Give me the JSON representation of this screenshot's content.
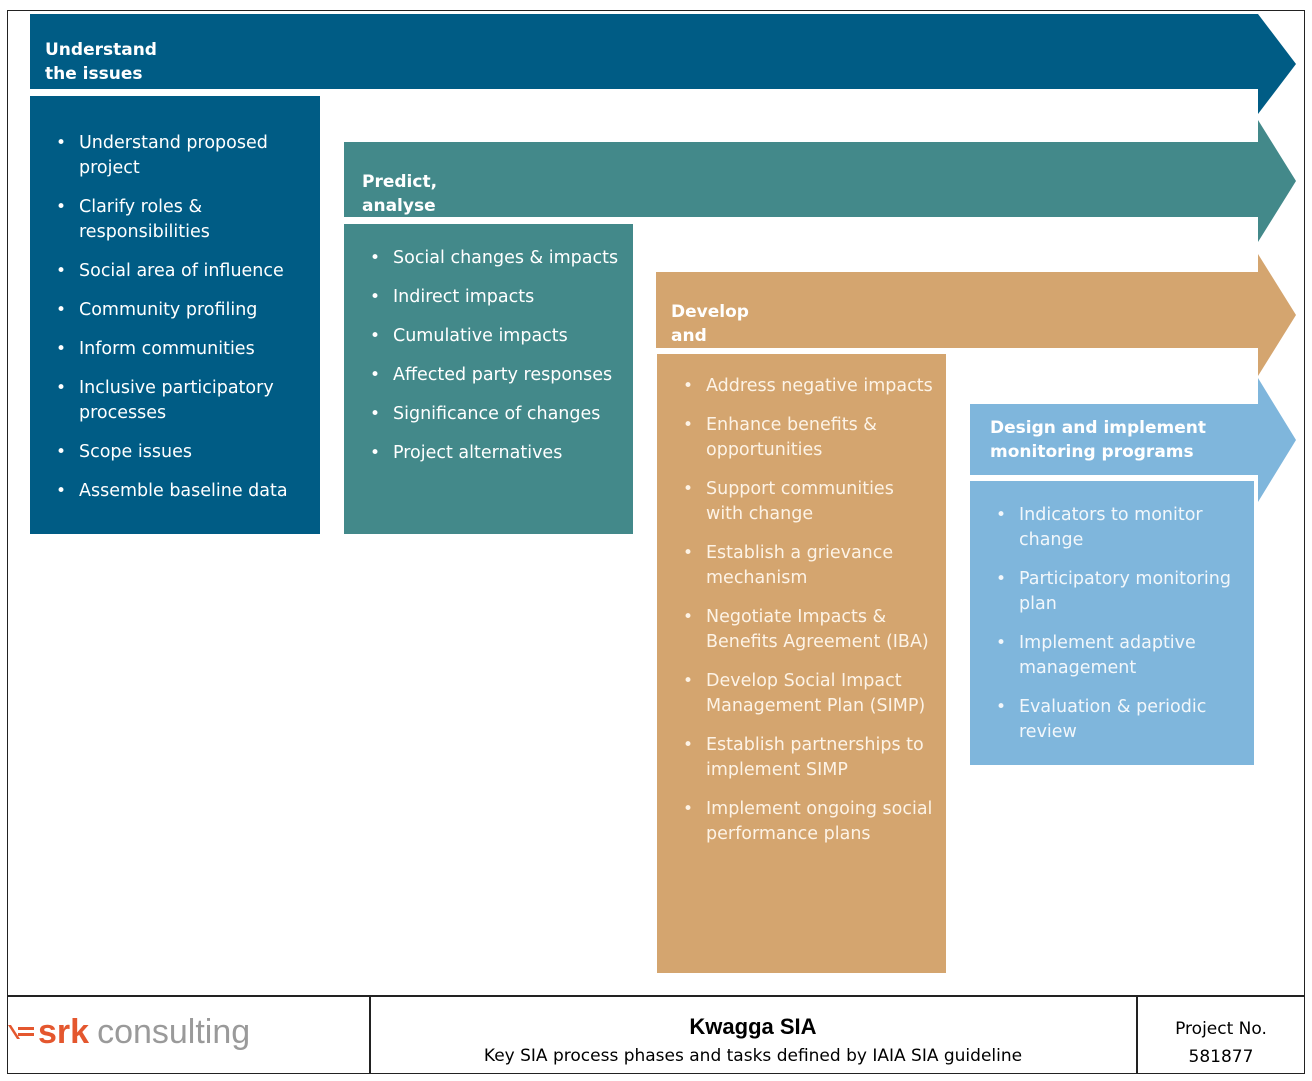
{
  "colors": {
    "phase1": "#005c85",
    "phase2": "#43898a",
    "phase3": "#d4a56f",
    "phase4": "#7fb6dc"
  },
  "phases": [
    {
      "title": "Understand the issues",
      "items": [
        "Understand proposed project",
        "Clarify roles & responsibilities",
        "Social area of influence",
        "Community profiling",
        "Inform communities",
        "Inclusive participatory processes",
        "Scope issues",
        "Assemble baseline data"
      ]
    },
    {
      "title": "Predict, analyse and assess the likely impact pathways",
      "items": [
        "Social changes & impacts",
        "Indirect impacts",
        "Cumulative impacts",
        "Affected party responses",
        "Significance of changes",
        "Project alternatives"
      ]
    },
    {
      "title": "Develop and implement stratagies",
      "items": [
        "Address negative impacts",
        "Enhance benefits & opportunities",
        "Support communities with change",
        "Establish a grievance mechanism",
        "Negotiate Impacts & Benefits Agreement (IBA)",
        "Develop Social Impact Management Plan (SIMP)",
        "Establish partnerships to implement SIMP",
        "Implement ongoing social performance plans"
      ]
    },
    {
      "title": "Design and implement monitoring programs",
      "items": [
        "Indicators to monitor change",
        "Participatory monitoring plan",
        "Implement adaptive management",
        "Evaluation & periodic review"
      ]
    }
  ],
  "footer": {
    "logo_brand": "srk",
    "logo_text": "consulting",
    "title": "Kwagga SIA",
    "subtitle": "Key SIA process phases and tasks defined by IAIA SIA guideline",
    "project_label": "Project No.",
    "project_number": "581877"
  }
}
